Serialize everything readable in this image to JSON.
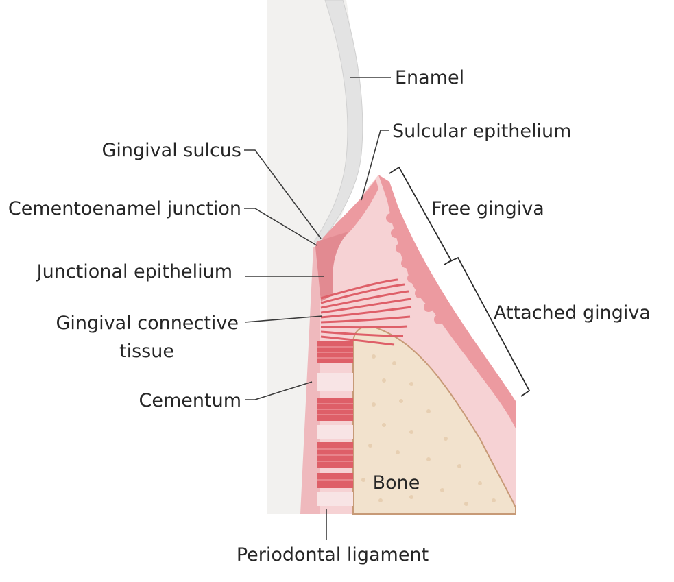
{
  "labels": {
    "enamel": "Enamel",
    "sulcular_epithelium": "Sulcular epithelium",
    "gingival_sulcus": "Gingival sulcus",
    "cementoenamel_junction": "Cementoenamel junction",
    "free_gingiva": "Free gingiva",
    "junctional_epithelium": "Junctional epithelium",
    "attached_gingiva": "Attached gingiva",
    "gingival_connective_tissue_line1": "Gingival connective",
    "gingival_connective_tissue_line2": "tissue",
    "cementum": "Cementum",
    "bone": "Bone",
    "periodontal_ligament": "Periodontal ligament"
  },
  "colors": {
    "tooth": "#f2f1ef",
    "enamel": "#e3e3e3",
    "gingiva": "#f6d2d4",
    "gingiva_epithelium": "#ec9aa0",
    "fibers": "#de5f68",
    "bone": "#f2e2cd",
    "bone_outline": "#c79a77"
  }
}
